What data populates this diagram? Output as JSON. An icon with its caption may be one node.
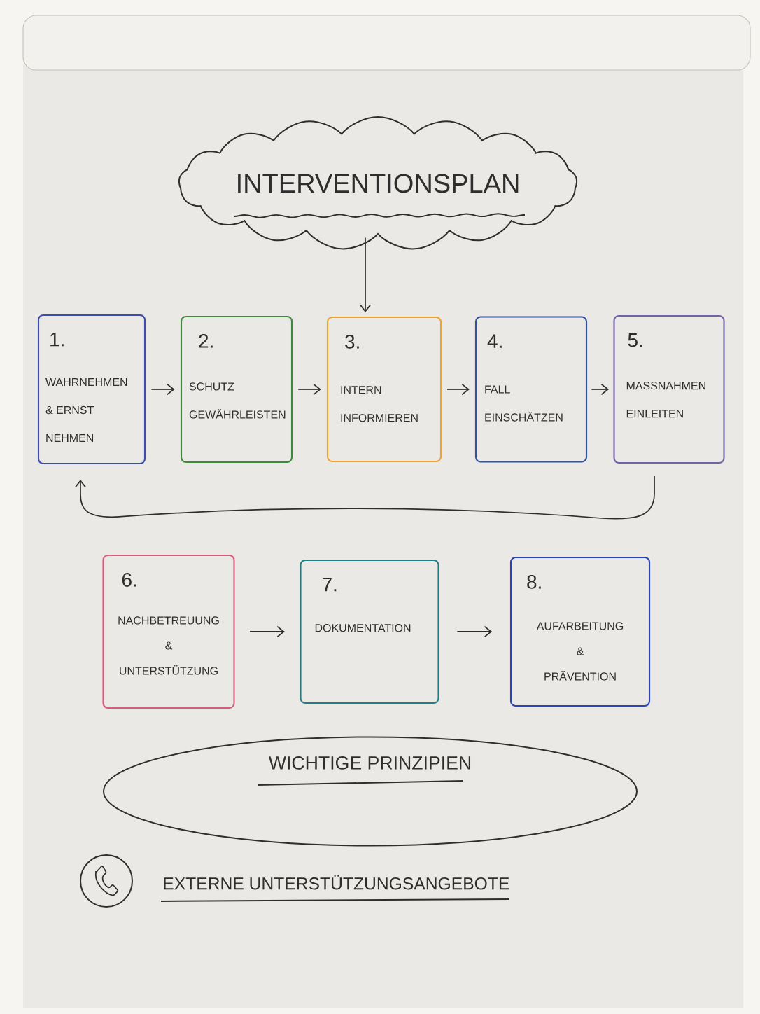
{
  "diagram": {
    "nodes": [
      {
        "text": [
          "INTERVENTIONSPLAN"
        ]
      },
      {
        "text": [
          "1.",
          "WAHRNEHMEN & ERNST NEHMEN"
        ]
      },
      {
        "text": [
          "2.",
          "SCHUTZ GEWÄHRLEISTEN"
        ]
      },
      {
        "text": [
          "3.",
          "INTERN INFORMIEREN"
        ]
      },
      {
        "text": [
          "4.",
          "FALL EINSCHÄTZEN"
        ]
      },
      {
        "text": [
          "5.",
          "MASSNAHMEN EINLEITEN"
        ]
      },
      {
        "text": [
          "6.",
          "NACHBETREUUNG & UNTERSTÜTZUNG"
        ]
      },
      {
        "text": [
          "7.",
          "DOKUMENTATION"
        ]
      },
      {
        "text": [
          "8.",
          "AUFARBEITUNG & PRÄVENTION"
        ]
      },
      {
        "text": [
          "WICHTIGE PRINZIPIEN"
        ]
      }
    ],
    "edges": [
      {
        "from": 0,
        "to": 3,
        "arrow": "to"
      },
      {
        "from": 1,
        "to": 2,
        "arrow": "to"
      },
      {
        "from": 2,
        "to": 3,
        "arrow": "to"
      },
      {
        "from": 3,
        "to": 4,
        "arrow": "to"
      },
      {
        "from": 4,
        "to": 5,
        "arrow": "to"
      },
      {
        "from": 5,
        "to": 1,
        "arrow": "to"
      },
      {
        "from": 6,
        "to": 7,
        "arrow": "to"
      },
      {
        "from": 7,
        "to": 8,
        "arrow": "to"
      }
    ],
    "labels": [
      "EXTERNE UNTERSTÜTZUNGSANGEBOTE"
    ]
  }
}
